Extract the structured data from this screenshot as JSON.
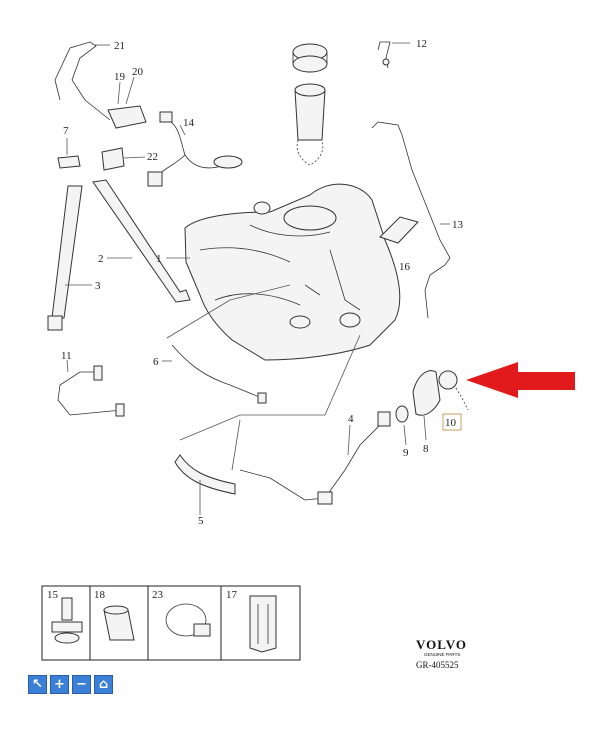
{
  "diagram": {
    "callouts": {
      "c1": "1",
      "c2": "2",
      "c3": "3",
      "c4": "4",
      "c5": "5",
      "c6": "6",
      "c7": "7",
      "c8": "8",
      "c9": "9",
      "c10": "10",
      "c11": "11",
      "c12": "12",
      "c13": "13",
      "c14": "14",
      "c16": "16",
      "c19": "19",
      "c20": "20",
      "c21": "21",
      "c22": "22"
    },
    "legend_boxes": {
      "b15": "15",
      "b18": "18",
      "b23": "23",
      "b17": "17"
    },
    "brand": {
      "logo": "VOLVO",
      "tagline": "GENUINE PARTS",
      "ref": "GR-405525"
    },
    "highlight_color": "#e11b1b"
  },
  "toolbar": {
    "buttons": [
      {
        "name": "pointer-icon",
        "glyph": "↖"
      },
      {
        "name": "zoom-in-icon",
        "glyph": "+"
      },
      {
        "name": "zoom-out-icon",
        "glyph": "−"
      },
      {
        "name": "home-icon",
        "glyph": "⌂"
      }
    ]
  }
}
